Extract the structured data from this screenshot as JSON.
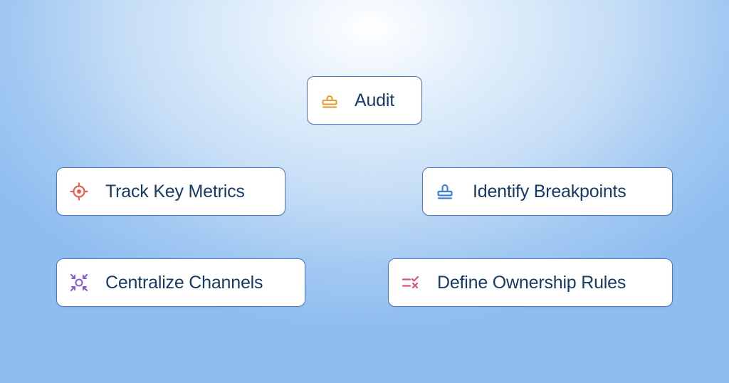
{
  "nodes": {
    "audit": {
      "label": "Audit",
      "icon": "stamp-icon",
      "icon_color": "#e7a13c"
    },
    "track": {
      "label": "Track Key Metrics",
      "icon": "target-icon",
      "icon_color": "#e8604c"
    },
    "identify": {
      "label": "Identify Breakpoints",
      "icon": "stamp-icon",
      "icon_color": "#3f7fd9"
    },
    "central": {
      "label": "Centralize Channels",
      "icon": "converge-arrows-icon",
      "icon_color": "#8a5ad6"
    },
    "define": {
      "label": "Define Ownership Rules",
      "icon": "checklist-x-icon",
      "icon_color": "#e0507a"
    }
  },
  "colors": {
    "card_border": "#4e79b3",
    "label_text": "#173a66"
  }
}
